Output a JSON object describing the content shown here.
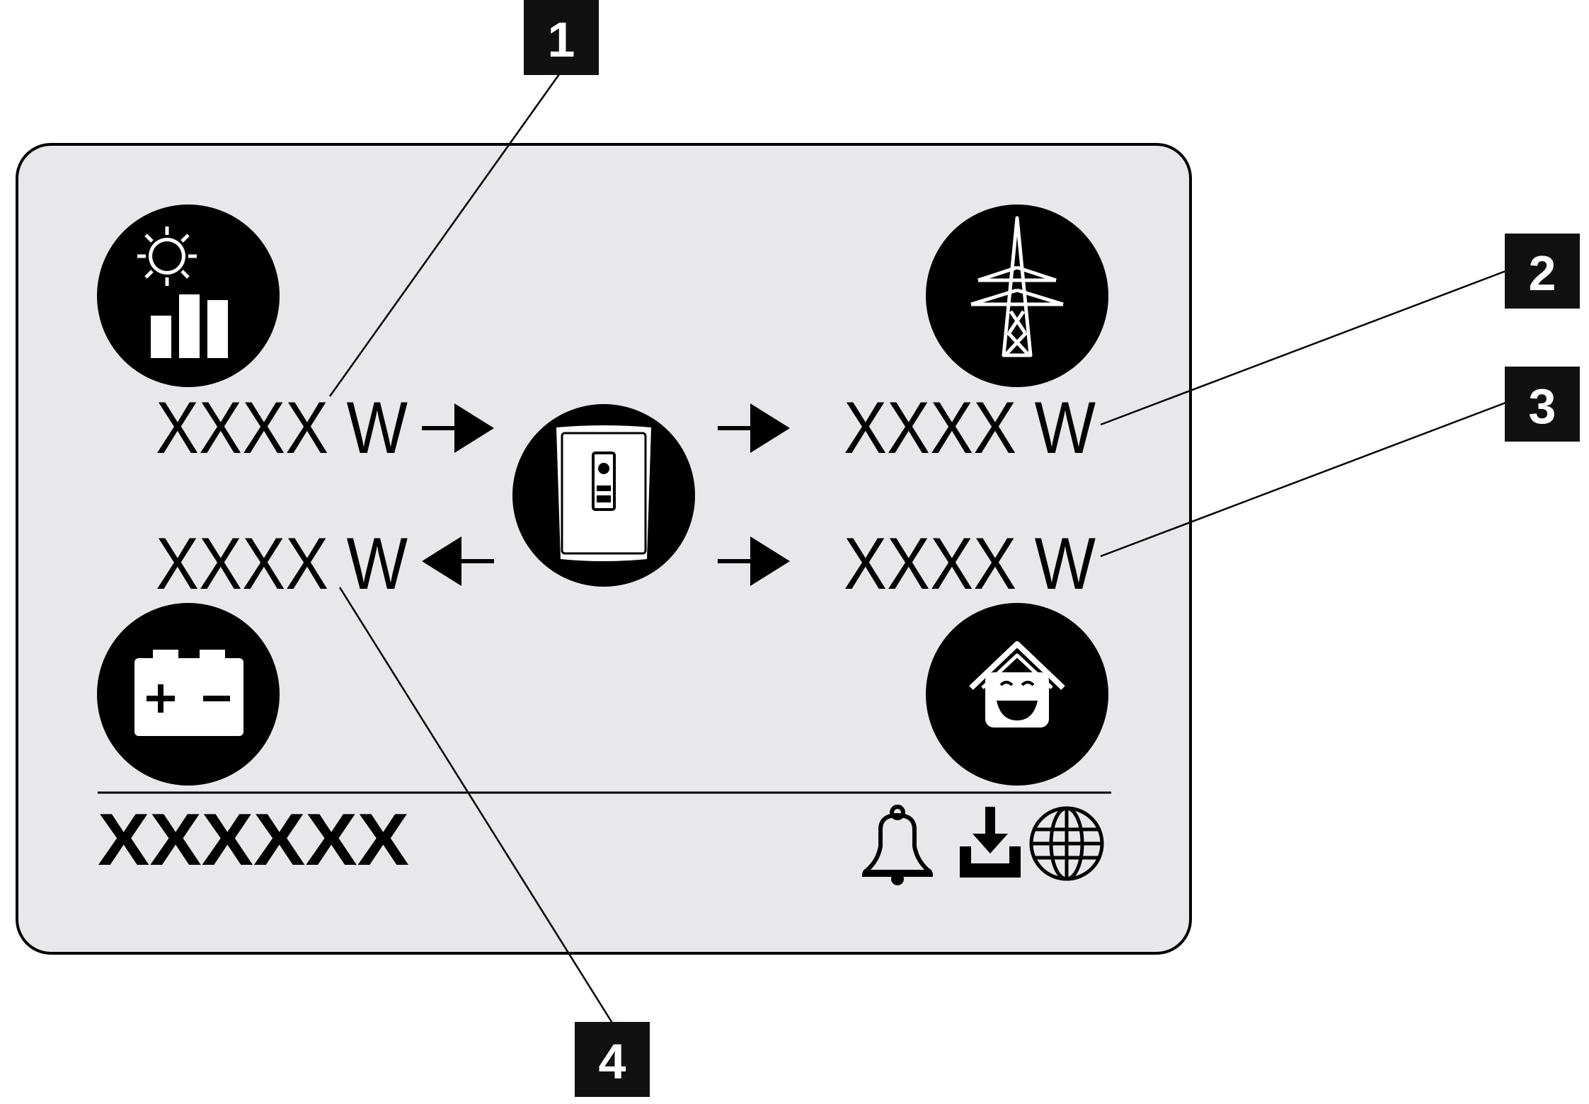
{
  "display": {
    "pv_power": "XXXX W",
    "grid_power": "XXXX W",
    "house_power": "XXXX W",
    "battery_power": "XXXX W",
    "status_text": "XXXXXX"
  },
  "callouts": [
    "1",
    "2",
    "3",
    "4"
  ],
  "icons": {
    "pv": "solar-panel-icon",
    "grid": "power-pylon-icon",
    "inverter": "inverter-icon",
    "battery": "battery-icon",
    "house": "house-consumption-icon",
    "status": [
      "bell-icon",
      "download-icon",
      "globe-icon"
    ]
  },
  "colors": {
    "panel_bg": "#e8e8ea",
    "ink": "#000000",
    "callout_bg": "#111111"
  }
}
